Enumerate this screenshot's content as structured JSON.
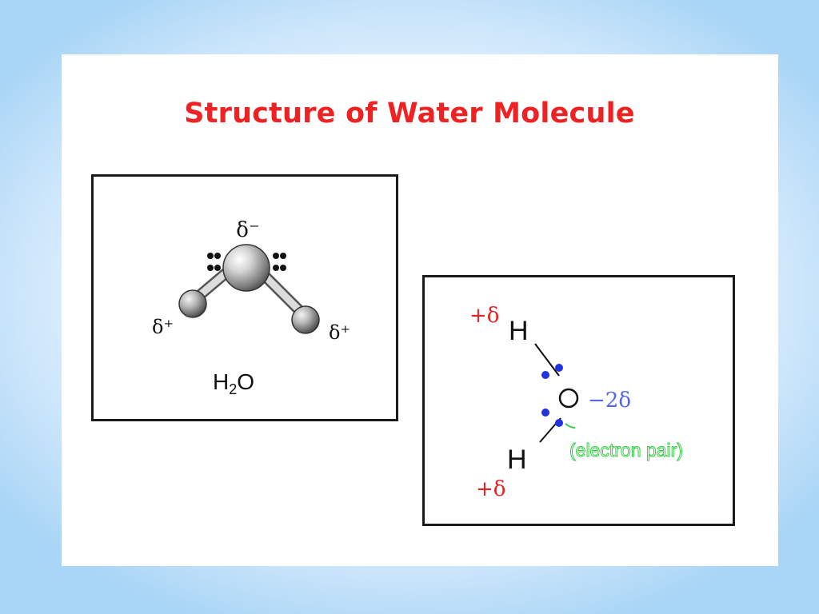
{
  "title": "Structure of Water Molecule",
  "colors": {
    "title": "#ee2222",
    "charge_red": "#e52222",
    "electron_blue": "#2233dd",
    "charge_blue": "#5566ee",
    "annotation_green": "#33cc44",
    "border": "#1a1a1a"
  },
  "ball_model": {
    "oxygen_charge": "δ⁻",
    "hydrogen_left_charge": "δ⁺",
    "hydrogen_right_charge": "δ⁺",
    "formula_h": "H",
    "formula_subscript": "2",
    "formula_o": "O"
  },
  "lewis_model": {
    "top_h_charge": "+δ",
    "top_h_symbol": "H",
    "bottom_h_symbol": "H",
    "bottom_h_charge": "+δ",
    "oxygen_charge": "−2δ",
    "electron_pair_label": "(electron pair)"
  }
}
